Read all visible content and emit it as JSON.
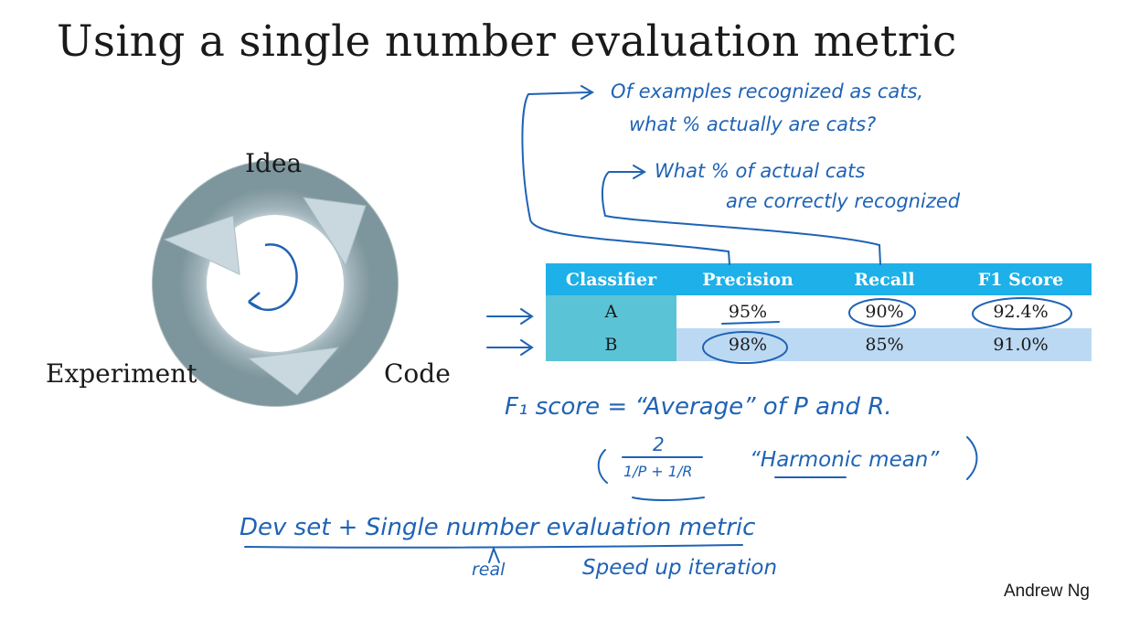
{
  "slide": {
    "title": "Using a single number evaluation metric",
    "author": "Andrew Ng"
  },
  "cycle": {
    "idea": "Idea",
    "code": "Code",
    "experiment": "Experiment"
  },
  "table": {
    "headers": [
      "Classifier",
      "Precision",
      "Recall",
      "F1 Score"
    ],
    "rows": [
      {
        "classifier": "A",
        "precision": "95%",
        "recall": "90%",
        "f1": "92.4%"
      },
      {
        "classifier": "B",
        "precision": "98%",
        "recall": "85%",
        "f1": "91.0%"
      }
    ]
  },
  "notes": {
    "precision_line1": "Of examples recognized as cats,",
    "precision_line2": "what % actually are cats?",
    "recall_line1": "What % of actual cats",
    "recall_line2": "are correctly recognized",
    "f1_definition": "F₁ score = “Average” of P and R.",
    "harmonic_label": "“Harmonic mean”",
    "formula_numerator": "2",
    "formula_denominator": "1/P + 1/R",
    "bottom_line": "Dev set + Single number evaluation metric",
    "bottom_sub1": "real",
    "bottom_sub2": "Speed up iteration"
  },
  "colors": {
    "header_bg": "#1eb0e8",
    "classifier_col": "#5bc3d6",
    "row_b_bg": "#bcd9f3",
    "ink": "#1f63b5"
  }
}
